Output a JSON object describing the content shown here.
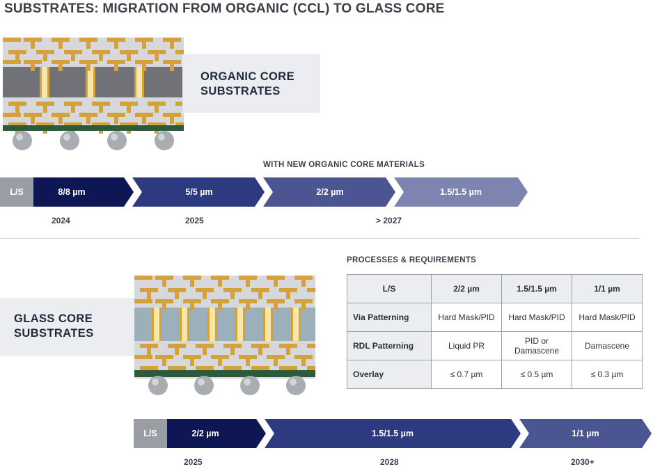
{
  "title": "SUBSTRATES: MIGRATION FROM ORGANIC (CCL) TO GLASS CORE",
  "organic": {
    "label_line1": "ORGANIC CORE",
    "label_line2": "SUBSTRATES",
    "note": "WITH NEW ORGANIC CORE MATERIALS",
    "ls": "L/S",
    "steps": [
      "8/8 µm",
      "5/5 µm",
      "2/2 µm",
      "1.5/1.5 µm"
    ],
    "years": [
      "2024",
      "2025",
      "> 2027"
    ]
  },
  "glass": {
    "label_line1": "GLASS CORE",
    "label_line2": "SUBSTRATES",
    "ls": "L/S",
    "steps": [
      "2/2 µm",
      "1.5/1.5 µm",
      "1/1 µm"
    ],
    "years": [
      "2025",
      "2028",
      "2030+"
    ]
  },
  "processes": {
    "heading": "PROCESSES & REQUIREMENTS",
    "header": [
      "L/S",
      "2/2 µm",
      "1.5/1.5 µm",
      "1/1 µm"
    ],
    "rows": [
      {
        "name": "Via Patterning",
        "values": [
          "Hard Mask/PID",
          "Hard Mask/PID",
          "Hard Mask/PID"
        ]
      },
      {
        "name": "RDL Patterning",
        "values": [
          "Liquid PR",
          "PID or",
          "Damascene"
        ],
        "extra": "Damascene"
      },
      {
        "name": "Overlay",
        "values": [
          "≤ 0.7 µm",
          "≤ 0.5 µm",
          "≤ 0.3 µm"
        ]
      }
    ]
  },
  "colors": {
    "navy1": "#0f1654",
    "navy2": "#2e3a80",
    "navy3": "#4b5592",
    "navy4": "#7d84b0",
    "gray_ls": "#9a9da3",
    "copper": "#d4a23a",
    "via": "#f6e6a8",
    "organic_core": "#707278",
    "glass_core": "#9cb0bc",
    "dielectric": "#d6d8dc",
    "solder_mask": "#2e5a3c",
    "bump": "#a9acb0"
  }
}
